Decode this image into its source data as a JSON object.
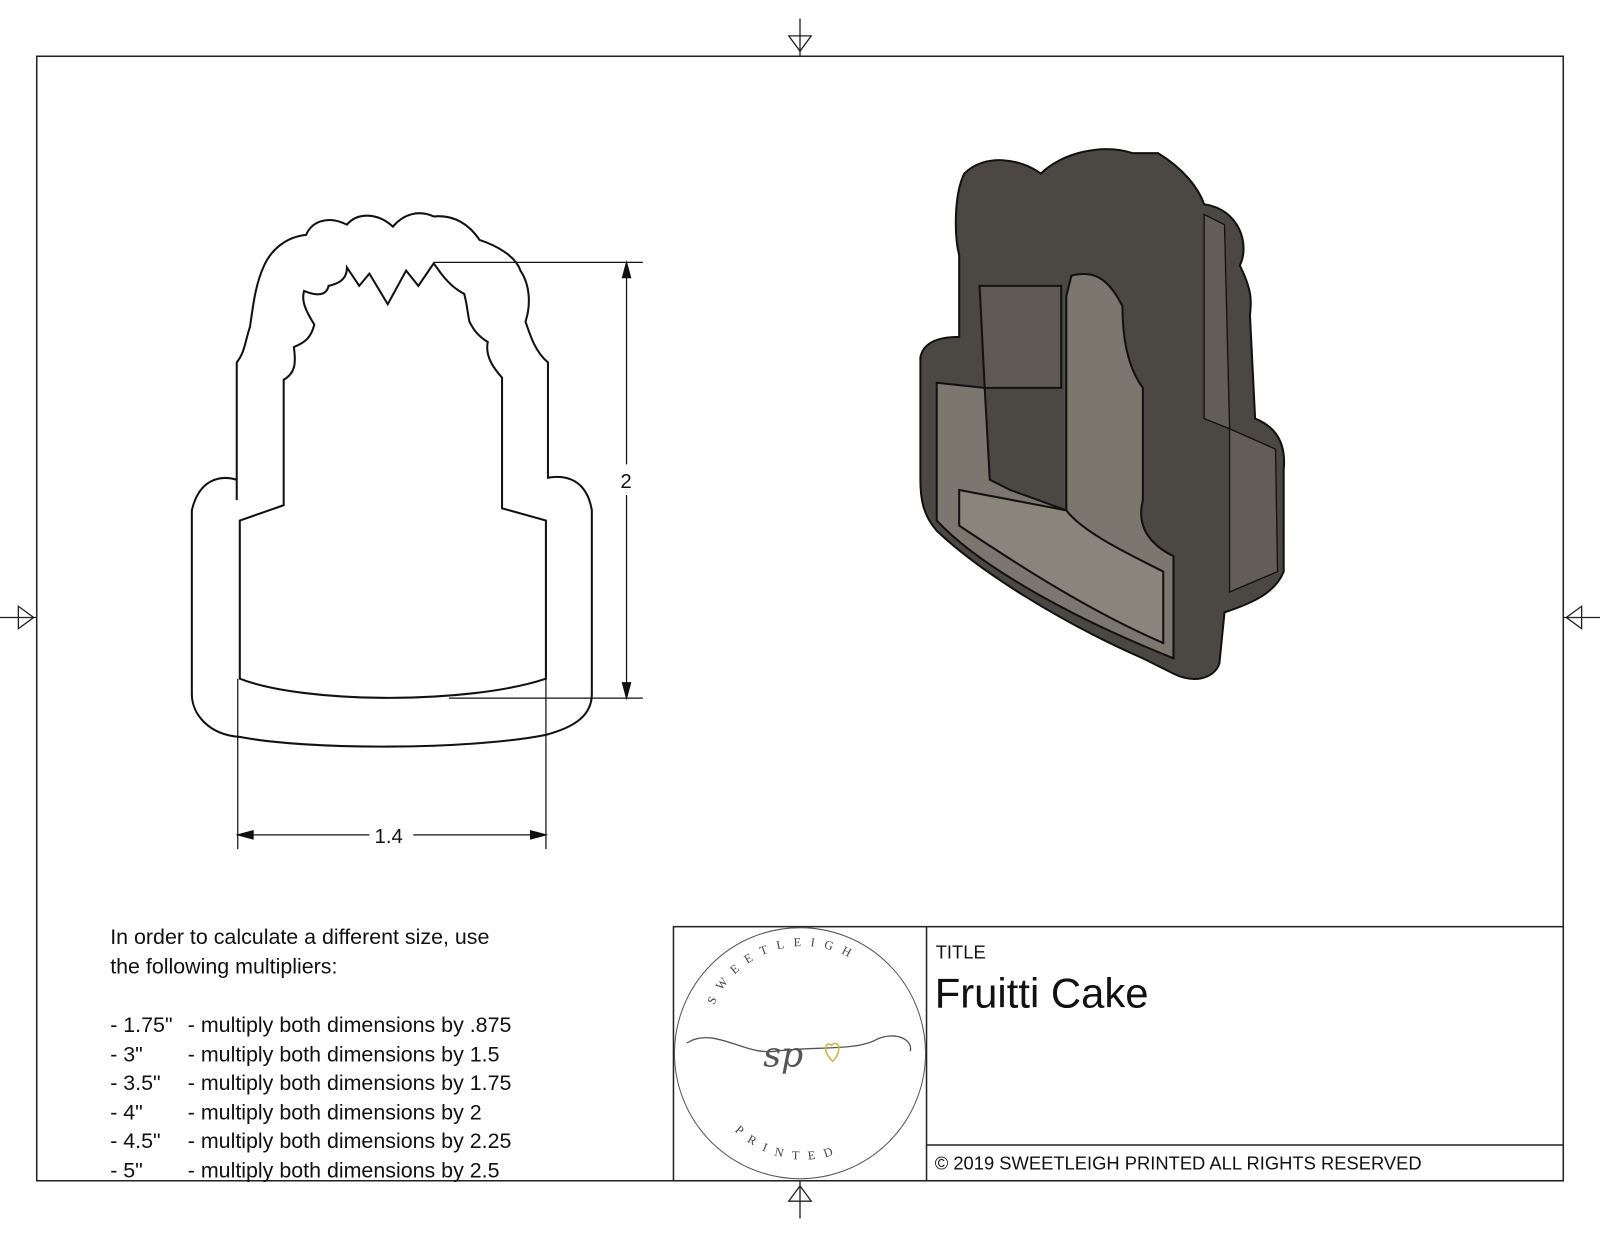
{
  "drawing": {
    "dimensions": {
      "height": "2",
      "width": "1.4"
    },
    "instructions": {
      "line1": "In order to calculate a different size, use",
      "line2": "the following multipliers:",
      "multipliers": [
        {
          "size": "- 1.75\"",
          "text": "- multiply both dimensions by .875"
        },
        {
          "size": "- 3\"",
          "text": "- multiply both dimensions by 1.5"
        },
        {
          "size": "- 3.5\"",
          "text": "- multiply both dimensions by 1.75"
        },
        {
          "size": "- 4\"",
          "text": "- multiply both dimensions by 2"
        },
        {
          "size": "- 4.5\"",
          "text": "- multiply both dimensions by 2.25"
        },
        {
          "size": "- 5\"",
          "text": "- multiply both dimensions by 2.5"
        }
      ]
    },
    "title_block": {
      "title_label": "TITLE",
      "title": "Fruitti Cake",
      "copyright": "© 2019  SWEETLEIGH PRINTED  ALL RIGHTS RESERVED",
      "logo": {
        "top_text": "SWEETLEIGH",
        "bottom_text": "PRINTED",
        "monogram": "sp",
        "accent_color": "#d4b23a"
      }
    },
    "model_color": "#5a5650"
  }
}
